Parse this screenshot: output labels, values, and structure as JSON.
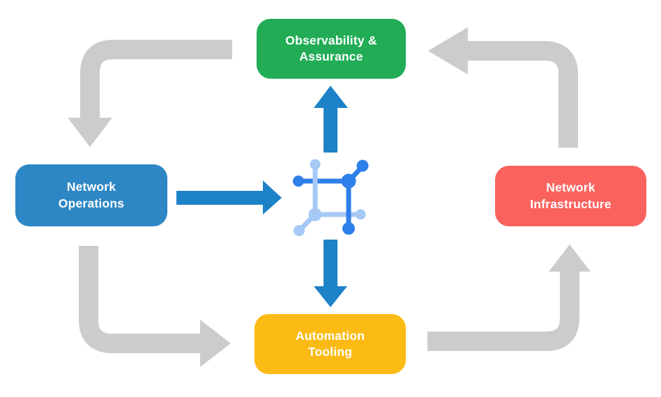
{
  "diagram": {
    "nodes": {
      "observability": {
        "label": "Observability &\nAssurance",
        "color": "#22ac56"
      },
      "operations": {
        "label": "Network\nOperations",
        "color": "#2d87c5"
      },
      "infrastructure": {
        "label": "Network\nInfrastructure",
        "color": "#fa625e"
      },
      "automation": {
        "label": "Automation\nTooling",
        "color": "#fcba14"
      }
    },
    "center_icon": "network-automation-icon",
    "flows": [
      {
        "from": "observability",
        "to": "operations",
        "style": "gray-cycle"
      },
      {
        "from": "operations",
        "to": "automation",
        "style": "gray-cycle"
      },
      {
        "from": "automation",
        "to": "infrastructure",
        "style": "gray-cycle"
      },
      {
        "from": "infrastructure",
        "to": "observability",
        "style": "gray-cycle"
      },
      {
        "from": "operations",
        "to": "center",
        "style": "blue"
      },
      {
        "from": "center",
        "to": "observability",
        "style": "blue"
      },
      {
        "from": "center",
        "to": "automation",
        "style": "blue"
      }
    ]
  },
  "colors": {
    "green": "#22ac56",
    "blue": "#2d87c5",
    "red": "#fa625e",
    "yellow": "#fcba14",
    "arrow-gray": "#cccccc",
    "arrow-blue": "#1e82c8",
    "icon-dark-blue": "#2e7fe9",
    "icon-light-blue": "#a6c9f6",
    "background": "#ffffff"
  }
}
